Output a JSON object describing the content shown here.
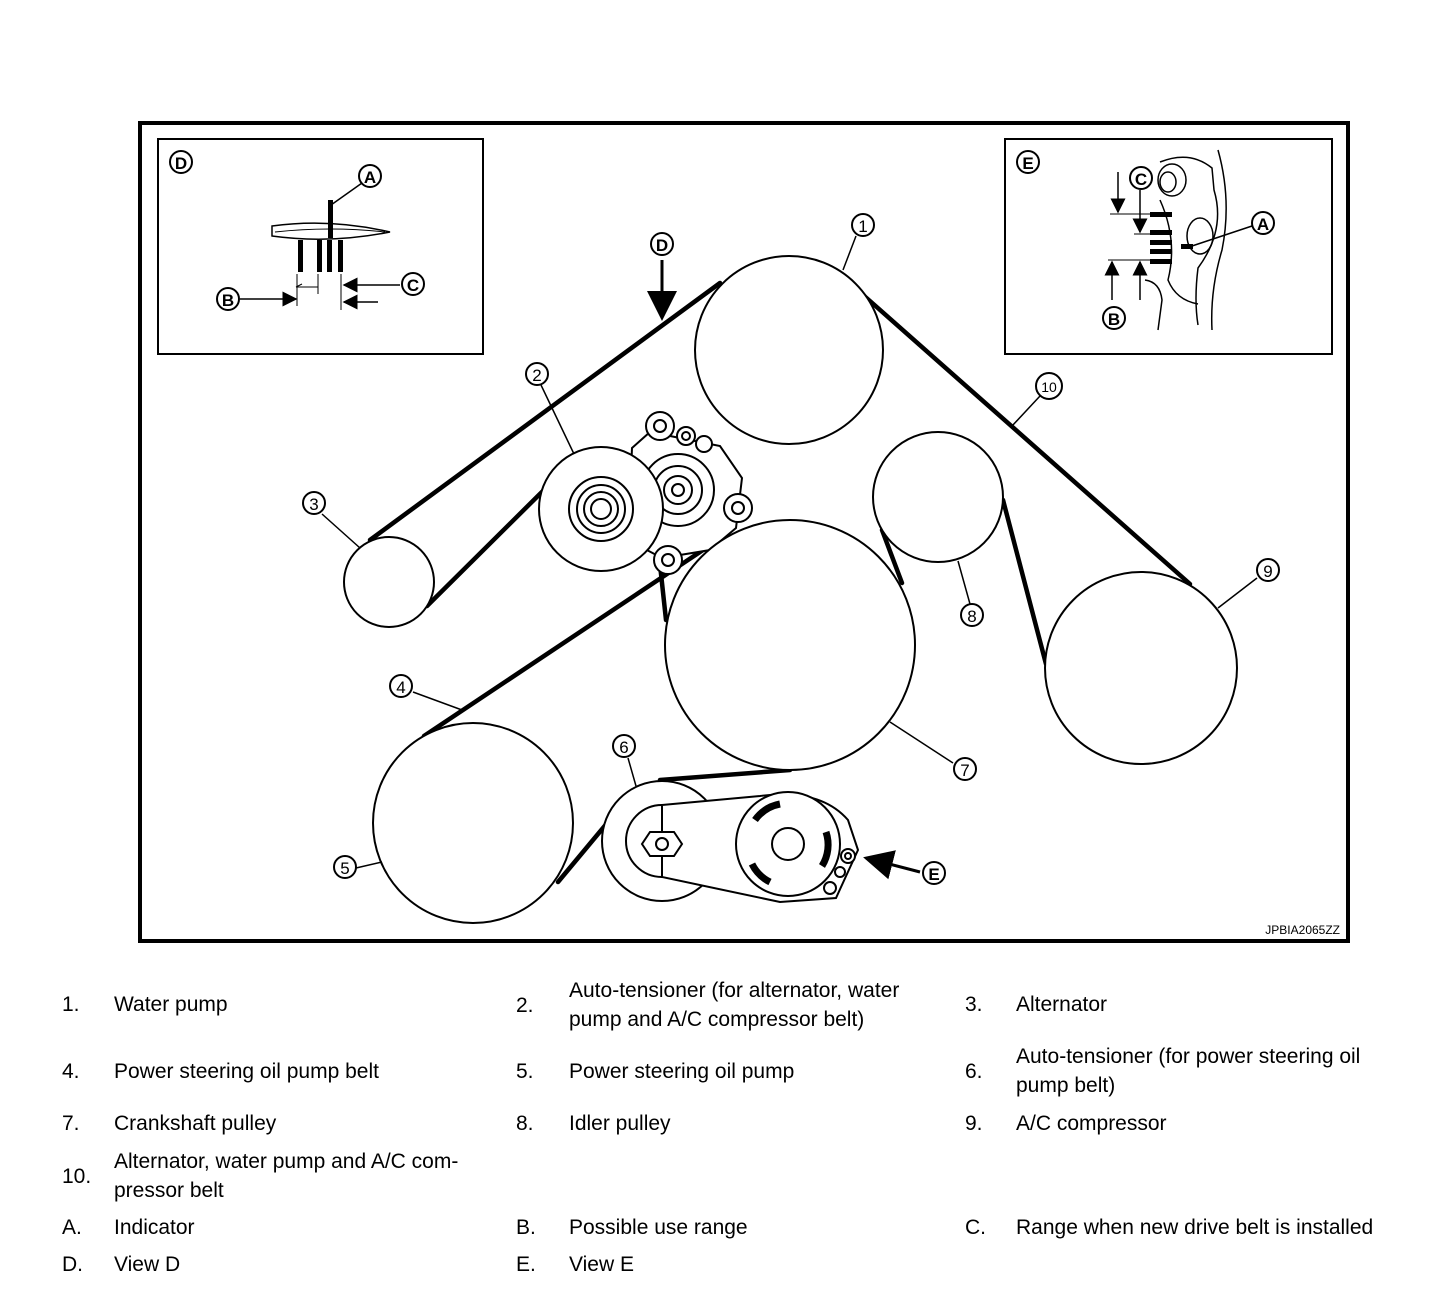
{
  "figure": {
    "code": "JPBIA2065ZZ",
    "callouts": {
      "c1": "1",
      "c2": "2",
      "c3": "3",
      "c4": "4",
      "c5": "5",
      "c6": "6",
      "c7": "7",
      "c8": "8",
      "c9": "9",
      "c10": "10",
      "D": "D",
      "E": "E"
    },
    "view_d": {
      "title": "D",
      "a": "A",
      "b": "B",
      "c": "C"
    },
    "view_e": {
      "title": "E",
      "a": "A",
      "b": "B",
      "c": "C"
    }
  },
  "legend": [
    {
      "num": "1.",
      "text": "Water pump"
    },
    {
      "num": "2.",
      "text": "Auto-tensioner (for alternator, water pump and A/C compressor belt)"
    },
    {
      "num": "3.",
      "text": "Alternator"
    },
    {
      "num": "4.",
      "text": "Power steering oil pump belt"
    },
    {
      "num": "5.",
      "text": "Power steering oil pump"
    },
    {
      "num": "6.",
      "text": "Auto-tensioner (for power steering oil pump belt)"
    },
    {
      "num": "7.",
      "text": "Crankshaft pulley"
    },
    {
      "num": "8.",
      "text": "Idler pulley"
    },
    {
      "num": "9.",
      "text": "A/C compressor"
    },
    {
      "num": "10.",
      "text": "Alternator, water pump and A/C com-pressor belt"
    },
    {
      "num": "A.",
      "text": "Indicator"
    },
    {
      "num": "B.",
      "text": "Possible use range"
    },
    {
      "num": "C.",
      "text": "Range when new drive belt is installed"
    },
    {
      "num": "D.",
      "text": "View D"
    },
    {
      "num": "E.",
      "text": "View E"
    }
  ]
}
